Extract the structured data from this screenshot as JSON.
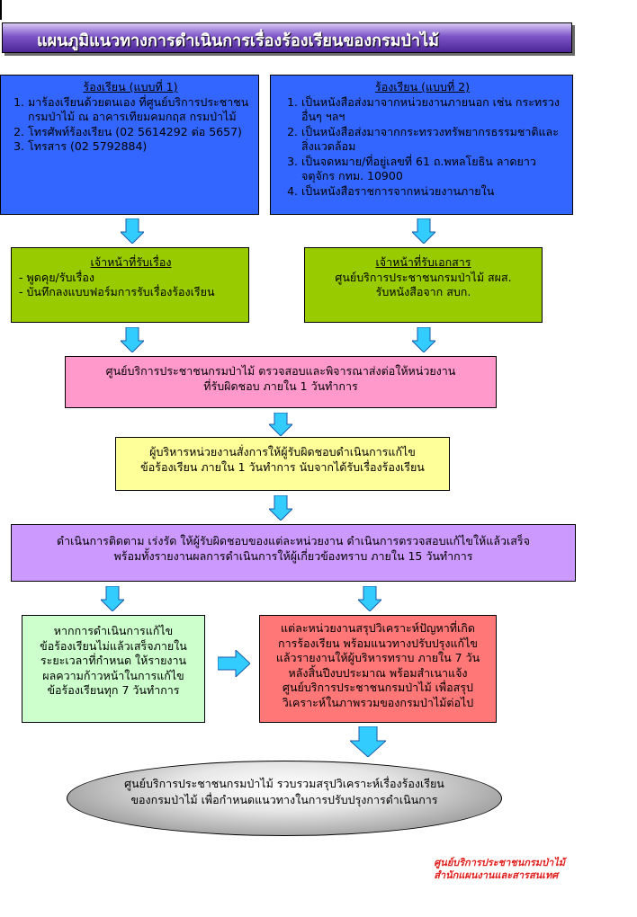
{
  "title": "แผนภูมิแนวทางการดำเนินการเรื่องร้องเรียนของกรมป่าไม้",
  "complaint1": {
    "heading": "ร้องเรียน (แบบที่ 1)",
    "items": [
      "มาร้องเรียนด้วยตนเอง  ที่ศูนย์บริการประชาชนกรมป่าไม้  ณ อาคารเทียมคมกฤส กรมป่าไม้",
      "โทรศัพท์ร้องเรียน (02 5614292 ต่อ 5657)",
      "โทรสาร (02 5792884)"
    ]
  },
  "complaint2": {
    "heading": "ร้องเรียน (แบบที่ 2)",
    "items": [
      "เป็นหนังสือส่งมาจากหน่วยงานภายนอก เช่น กระทรวงอื่นๆ ฯลฯ",
      "เป็นหนังสือส่งมาจากกระทรวงทรัพยากรธรรมชาติและสิ่งแวดล้อม",
      "เป็นจดหมาย/ที่อยู่เลขที่ 61 ถ.พหลโยธิน ลาดยาว จตุจักร กทม. 10900",
      "เป็นหนังสือราชการจากหน่วยงานภายใน"
    ]
  },
  "officer1": {
    "heading": "เจ้าหน้าที่รับเรื่อง",
    "line1": "- พูดคุย/รับเรื่อง",
    "line2": "- บันทึกลงแบบฟอร์มการรับเรื่องร้องเรียน"
  },
  "officer2": {
    "heading": "เจ้าหน้าที่รับเอกสาร",
    "line1": "ศูนย์บริการประชาชนกรมป่าไม้ สผส.",
    "line2": "รับหนังสือจาก สบก."
  },
  "step_check": {
    "line1": "ศูนย์บริการประชาชนกรมป่าไม้ ตรวจสอบและพิจารณาส่งต่อให้หน่วยงาน",
    "line2": "ที่รับผิดชอบ ภายใน 1 วันทำการ"
  },
  "step_order": {
    "line1": "ผู้บริหารหน่วยงานสั่งการให้ผู้รับผิดชอบดำเนินการแก้ไข",
    "line2": "ข้อร้องเรียน ภายใน 1 วันทำการ นับจากได้รับเรื่องร้องเรียน"
  },
  "step_follow": {
    "line1": "ดำเนินการติดตาม เร่งรัด ให้ผู้รับผิดชอบของแต่ละหน่วยงาน ดำเนินการตรวจสอบแก้ไขให้แล้วเสร็จ",
    "line2": "พร้อมทั้งรายงานผลการดำเนินการให้ผู้เกี่ยวข้องทราบ ภายใน 15 วันทำการ"
  },
  "step_progress": {
    "line1": "หากการดำเนินการแก้ไข",
    "line2": "ข้อร้องเรียนไม่แล้วเสร็จภายใน",
    "line3": "ระยะเวลาที่กำหนด ให้รายงาน",
    "line4": "ผลความก้าวหน้าในการแก้ไข",
    "line5": "ข้อร้องเรียนทุก 7 วันทำการ"
  },
  "step_summary": {
    "line1": "แต่ละหน่วยงานสรุปวิเคราะห์ปัญหาที่เกิด",
    "line2": "การร้องเรียน พร้อมแนวทางปรับปรุงแก้ไข",
    "line3": "แล้วรายงานให้ผู้บริหารทราบ ภายใน 7 วัน",
    "line4": "หลังสิ้นปีงบประมาณ  พร้อมสำเนาแจ้ง",
    "line5": "ศูนย์บริการประชาชนกรมป่าไม้ เพื่อสรุป",
    "line6": "วิเคราะห์ในภาพรวมของกรมป่าไม้ต่อไป"
  },
  "final": {
    "line1": "ศูนย์บริการประชาชนกรมป่าไม้ รวบรวมสรุปวิเคราะห์เรื่องร้องเรียน",
    "line2": "ของกรมป่าไม้ เพื่อกำหนดแนวทางในการปรับปรุงการดำเนินการ"
  },
  "footer": {
    "line1": "ศูนย์บริการประชาชนกรมป่าไม้",
    "line2": "สำนักแผนงานและสารสนเทศ"
  },
  "colors": {
    "blue": "#3366ff",
    "green": "#99cc00",
    "pink": "#ff99cc",
    "yellow": "#ffff99",
    "lavender": "#cc99ff",
    "lightgreen": "#ccffcc",
    "red": "#ff7777",
    "arrow": "#33ccff"
  }
}
